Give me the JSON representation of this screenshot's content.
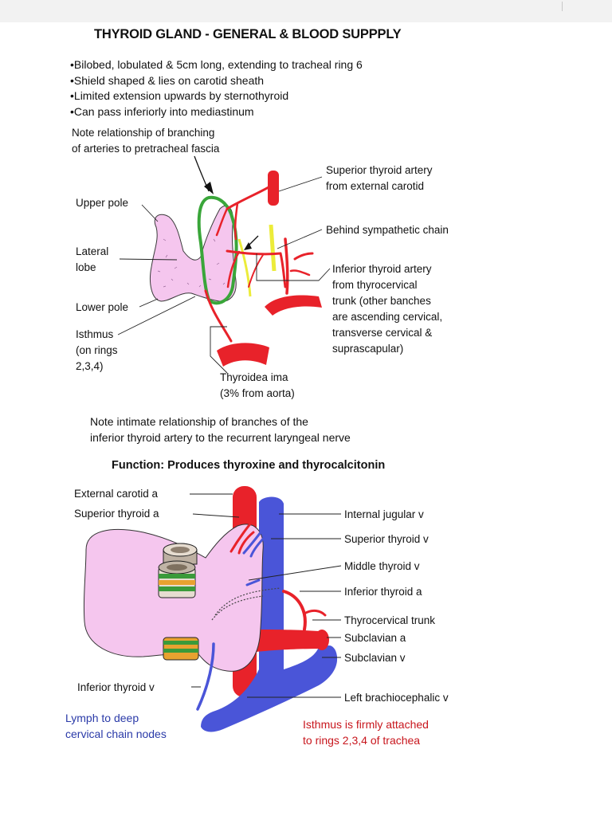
{
  "title": "THYROID GLAND - GENERAL & BLOOD SUPPPLY",
  "bullets": [
    "•Bilobed, lobulated & 5cm long, extending to tracheal ring 6",
    "•Shield shaped & lies on carotid sheath",
    "•Limited extension upwards by sternothyroid",
    "•Can pass inferiorly into mediastinum"
  ],
  "note_fascia": [
    "Note relationship of branching",
    "of arteries to pretracheal fascia"
  ],
  "diagram1": {
    "upper_pole": "Upper pole",
    "lateral_lobe": [
      "Lateral",
      "lobe"
    ],
    "lower_pole": "Lower pole",
    "isthmus": [
      "Isthmus",
      "(on rings",
      "2,3,4)"
    ],
    "superior_thyroid_artery": [
      "Superior thyroid artery",
      "from external carotid"
    ],
    "behind_sympathetic": "Behind sympathetic chain",
    "inferior_thyroid_artery": [
      "Inferior thyroid artery",
      "from thyrocervical",
      "trunk (other banches",
      "are ascending cervical,",
      "transverse cervical &",
      "suprascapular)"
    ],
    "thyroidea_ima": [
      "Thyroidea ima",
      "(3% from aorta)"
    ]
  },
  "note_nerve": [
    "Note intimate relationship of branches of the",
    "inferior thyroid artery to the recurrent laryngeal nerve"
  ],
  "function": "Function: Produces thyroxine and thyrocalcitonin",
  "diagram2": {
    "external_carotid": "External carotid a",
    "superior_thyroid_a": "Superior thyroid a",
    "internal_jugular": "Internal jugular v",
    "superior_thyroid_v": "Superior thyroid v",
    "middle_thyroid_v": "Middle thyroid v",
    "inferior_thyroid_a": "Inferior thyroid a",
    "thyrocervical_trunk": "Thyrocervical trunk",
    "subclavian_a": "Subclavian a",
    "subclavian_v": "Subclavian v",
    "inferior_thyroid_v": "Inferior thyroid v",
    "left_brachiocephalic": "Left brachiocephalic v"
  },
  "lymph_note": [
    "Lymph to deep",
    "cervical chain nodes"
  ],
  "isthmus_note": [
    "Isthmus is firmly attached",
    "to rings 2,3,4 of trachea"
  ],
  "colors": {
    "artery": "#e8222a",
    "vein": "#4a55d8",
    "gland": "#f5c6ee",
    "fascia": "#3aa63a",
    "nerve": "#ecec3a",
    "lymph_text": "#2a3aa8",
    "note_red": "#c8161d"
  }
}
